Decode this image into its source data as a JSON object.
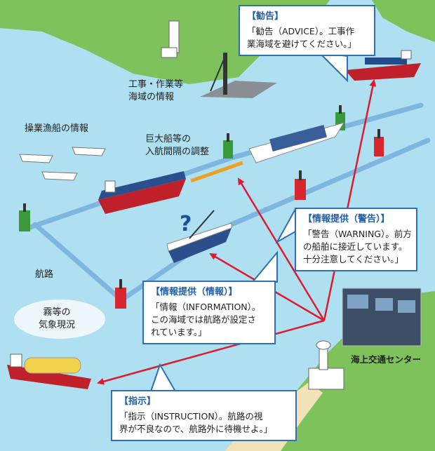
{
  "labels": {
    "construction": [
      "工事・作業等",
      "海域の情報"
    ],
    "fishing": "操業漁船の情報",
    "large_ship": [
      "巨大船等の",
      "入航間隔の調整"
    ],
    "fairway": "航路",
    "weather": [
      "霧等の",
      "気象現況"
    ],
    "center": "海上交通センター",
    "question": "?"
  },
  "bubbles": {
    "advice": {
      "title": "【勧告】",
      "lines": [
        "「勧告（ADVICE）。工事作",
        "業海域を避けてください。」"
      ]
    },
    "warning": {
      "title": "【情報提供（警告）】",
      "lines": [
        "「警告（WARNING）。前方",
        "の船舶に接近しています。",
        "十分注意してください。」"
      ]
    },
    "information": {
      "title": "【情報提供（情報）】",
      "lines": [
        "「情報（INFORMATION）。",
        "この海域では航路が設定さ",
        "れています。」"
      ]
    },
    "instruction": {
      "title": "【指示】",
      "lines": [
        "「指示（INSTRUCTION）。航路の視",
        "界が不良なので、航路外に待機せよ。」"
      ]
    }
  },
  "colors": {
    "sea": "#aee0f2",
    "land": "#7dc25a",
    "bubble_border": "#2e6fb6",
    "arrow": "#e0192e"
  }
}
